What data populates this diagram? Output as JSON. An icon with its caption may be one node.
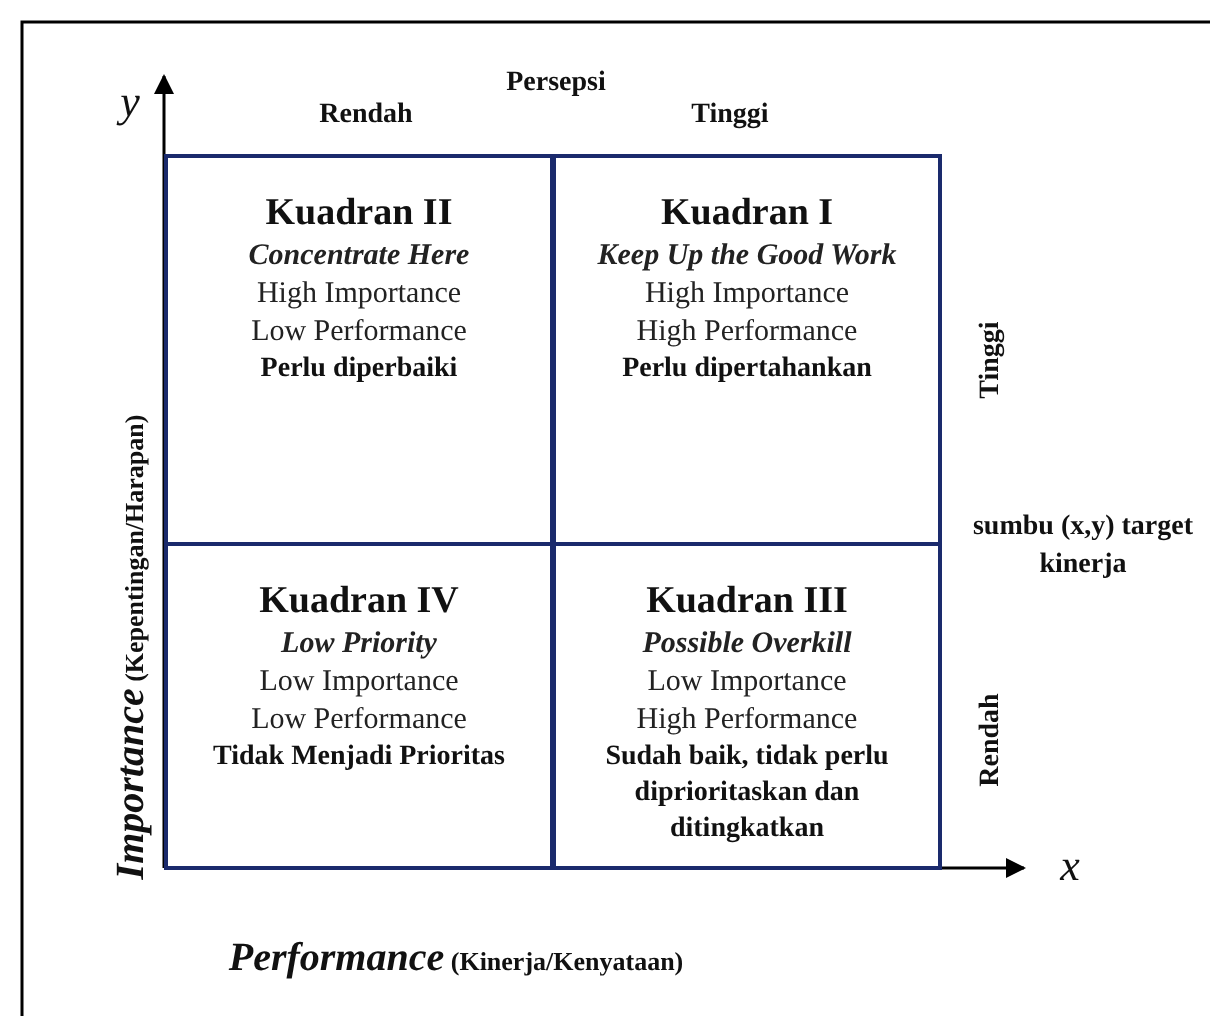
{
  "diagram": {
    "nodes": [
      {
        "text": [
          "Kuadran II",
          "Concentrate Here",
          "High Importance",
          "Low Performance",
          "Perlu diperbaiki"
        ]
      },
      {
        "text": [
          "Kuadran I",
          "Keep Up the Good Work",
          "High Importance",
          "High Performance",
          "Perlu dipertahankan"
        ]
      },
      {
        "text": [
          "Kuadran IV",
          "Low Priority",
          "Low Importance",
          "Low Performance",
          "Tidak Menjadi Prioritas"
        ]
      },
      {
        "text": [
          "Kuadran III",
          "Possible Overkill",
          "Low Importance",
          "High Performance",
          "Sudah baik, tidak perlu diprioritaskan dan ditingkatkan"
        ]
      }
    ],
    "edges": [],
    "labels": [
      "y",
      "Persepsi",
      "Rendah",
      "Tinggi",
      "Tinggi",
      "sumbu (x,y) target kinerja",
      "*Importance* (Kepentingan/Harapan)",
      "Rendah",
      "x",
      "*Performance* (Kinerja/Kenyataan)"
    ]
  }
}
